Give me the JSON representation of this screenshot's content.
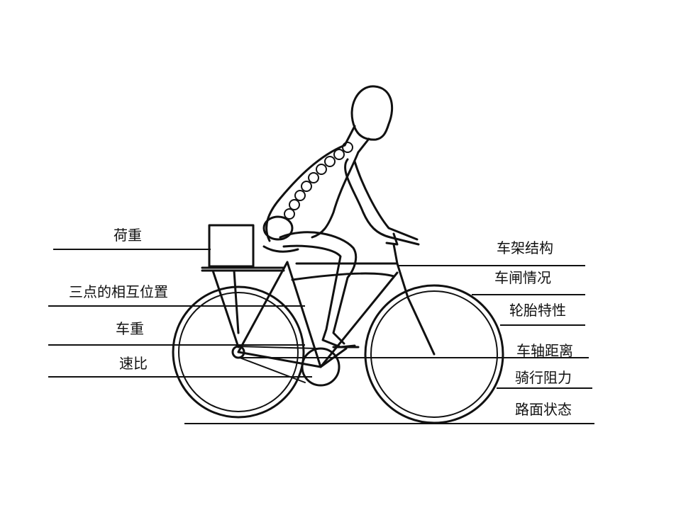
{
  "labels": {
    "left": {
      "load": "荷重",
      "three_point_position": "三点的相互位置",
      "bike_weight": "车重",
      "gear_ratio": "速比"
    },
    "right": {
      "frame_structure": "车架结构",
      "brake_condition": "车闸情况",
      "tire_characteristics": "轮胎特性",
      "wheelbase": "车轴距离",
      "riding_resistance": "骑行阻力",
      "road_condition": "路面状态"
    }
  },
  "colors": {
    "ink": "#111111",
    "background": "#ffffff"
  }
}
